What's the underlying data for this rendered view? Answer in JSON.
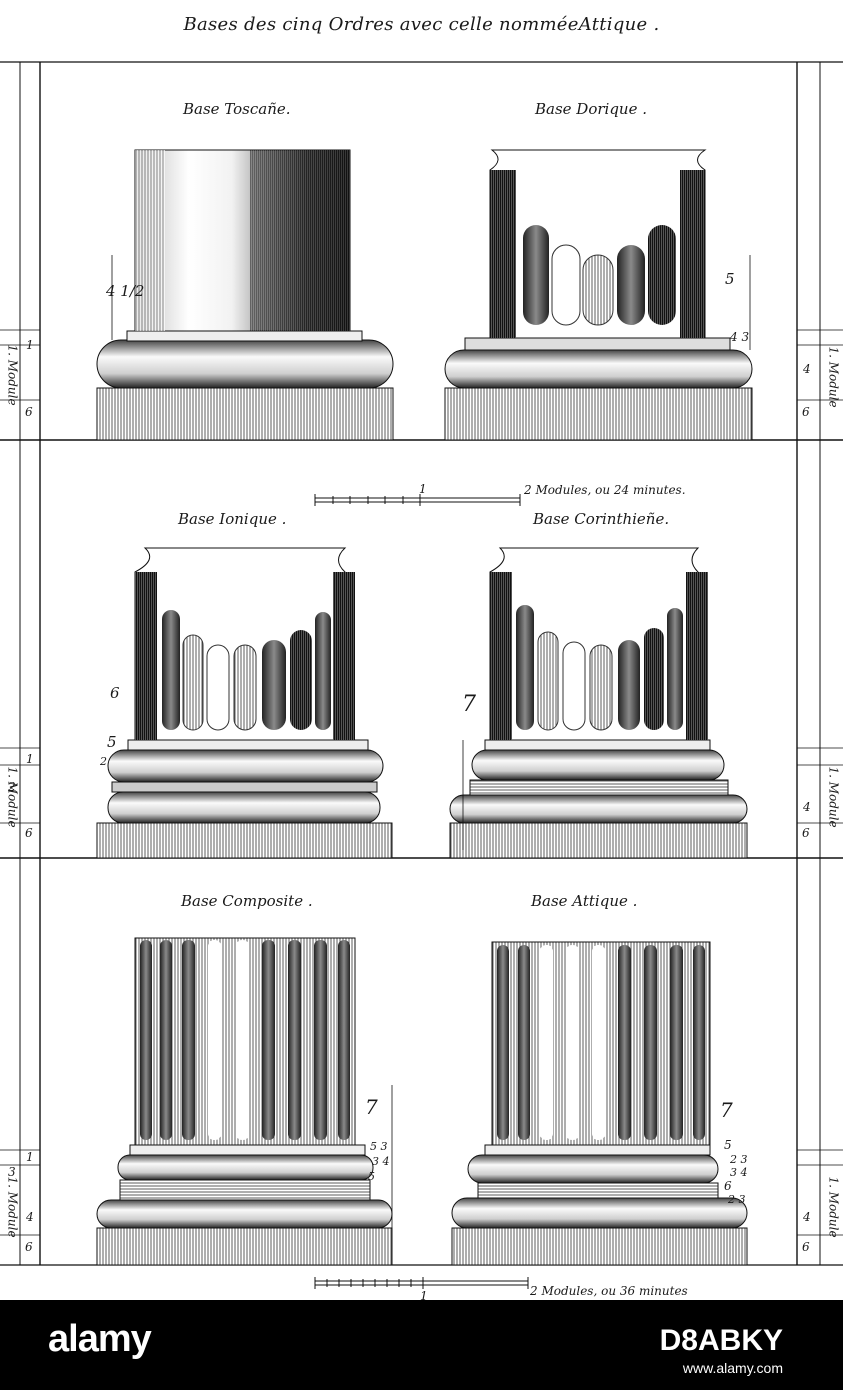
{
  "plate": {
    "title": "Bases des cinq Ordres avec celle nomméeAttique ."
  },
  "bases": [
    {
      "caption": "Base Toscañe.",
      "dims": [
        "4 1/2"
      ]
    },
    {
      "caption": "Base Dorique .",
      "dims": [
        "5",
        "4 3"
      ]
    },
    {
      "caption": "Base Ionique .",
      "dims": [
        "6",
        "5",
        "2"
      ]
    },
    {
      "caption": "Base Corinthieñe.",
      "dims": [
        "7"
      ]
    },
    {
      "caption": "Base Composite .",
      "dims": [
        "7",
        "5 3",
        "3 4",
        "5"
      ]
    },
    {
      "caption": "Base Attique .",
      "dims": [
        "7",
        "5",
        "2 3",
        "3 4",
        "6",
        "2 3"
      ]
    }
  ],
  "scales": {
    "top_left_number": "1",
    "top_label": "2 Modules, ou 24 minutes.",
    "bottom_left_number": "1",
    "bottom_label": "2 Modules, ou 36 minutes"
  },
  "side_ruler": {
    "module_label": "1. Module",
    "numbers": [
      "1",
      "2",
      "3",
      "4",
      "6"
    ]
  },
  "watermark": {
    "brand": "alamy",
    "image_id": "D8ABKY",
    "url": "www.alamy.com"
  }
}
